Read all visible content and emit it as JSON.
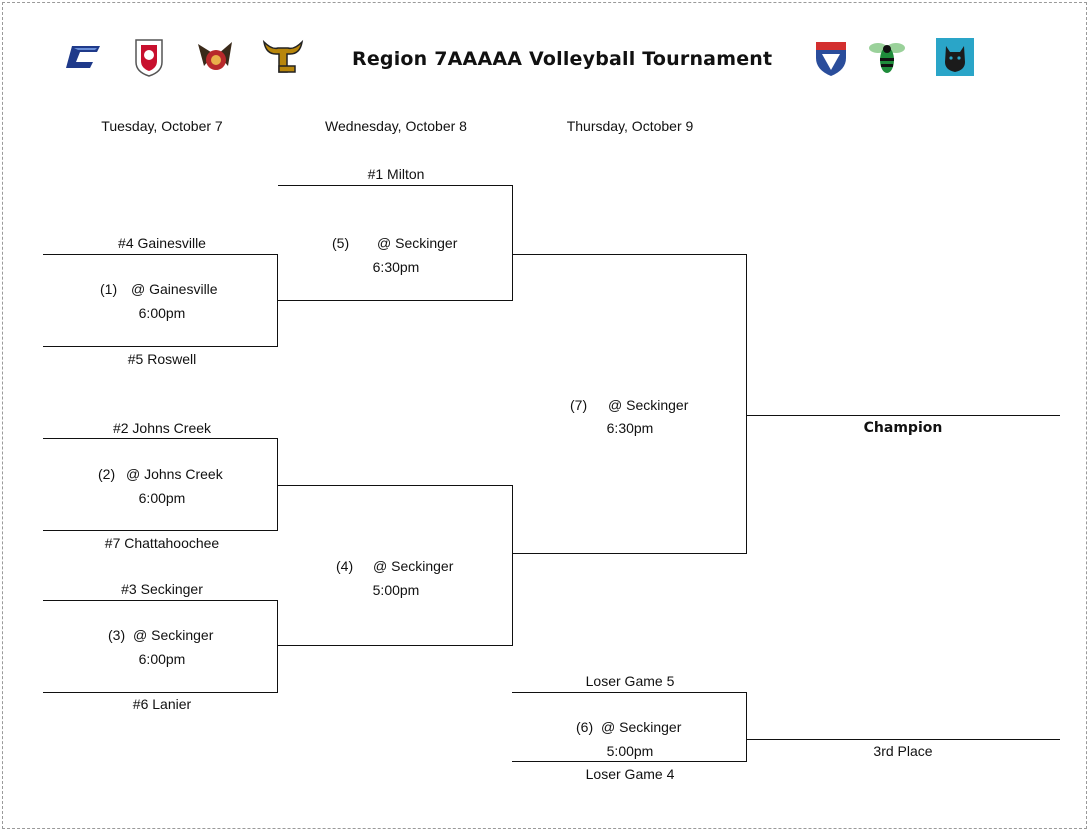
{
  "title": "Region 7AAAAA Volleyball Tournament",
  "days": {
    "tue": "Tuesday, October 7",
    "wed": "Wednesday, October 8",
    "thu": "Thursday, October 9"
  },
  "teams": {
    "t1": "#1 Milton",
    "t4": "#4 Gainesville",
    "t5": "#5 Roswell",
    "t2": "#2 Johns Creek",
    "t7": "#7 Chattahoochee",
    "t3": "#3 Seckinger",
    "t6": "#6 Lanier"
  },
  "games": {
    "g1": {
      "num": "(1)",
      "loc": "@ Gainesville",
      "time": "6:00pm"
    },
    "g2": {
      "num": "(2)",
      "loc": "@ Johns Creek",
      "time": "6:00pm"
    },
    "g3": {
      "num": "(3)",
      "loc": "@ Seckinger",
      "time": "6:00pm"
    },
    "g4": {
      "num": "(4)",
      "loc": "@ Seckinger",
      "time": "5:00pm"
    },
    "g5": {
      "num": "(5)",
      "loc": "@ Seckinger",
      "time": "6:30pm"
    },
    "g6": {
      "num": "(6)",
      "loc": "@ Seckinger",
      "time": "5:00pm"
    },
    "g7": {
      "num": "(7)",
      "loc": "@ Seckinger",
      "time": "6:30pm"
    }
  },
  "consolation": {
    "top": "Loser Game 5",
    "bottom": "Loser Game 4",
    "result": "3rd Place"
  },
  "champion": "Champion",
  "logos": [
    {
      "name": "c-logo",
      "color": "#1f3a8a"
    },
    {
      "name": "shield-logo",
      "color": "#c8102e"
    },
    {
      "name": "mascot-logo",
      "color": "#7a1f1f"
    },
    {
      "name": "horns-logo",
      "color": "#b8860b"
    },
    {
      "name": "eagle-shield-logo",
      "color": "#2a4d9b"
    },
    {
      "name": "hornet-logo",
      "color": "#1e8b3a"
    },
    {
      "name": "panther-logo",
      "color": "#2aa5c8"
    }
  ]
}
